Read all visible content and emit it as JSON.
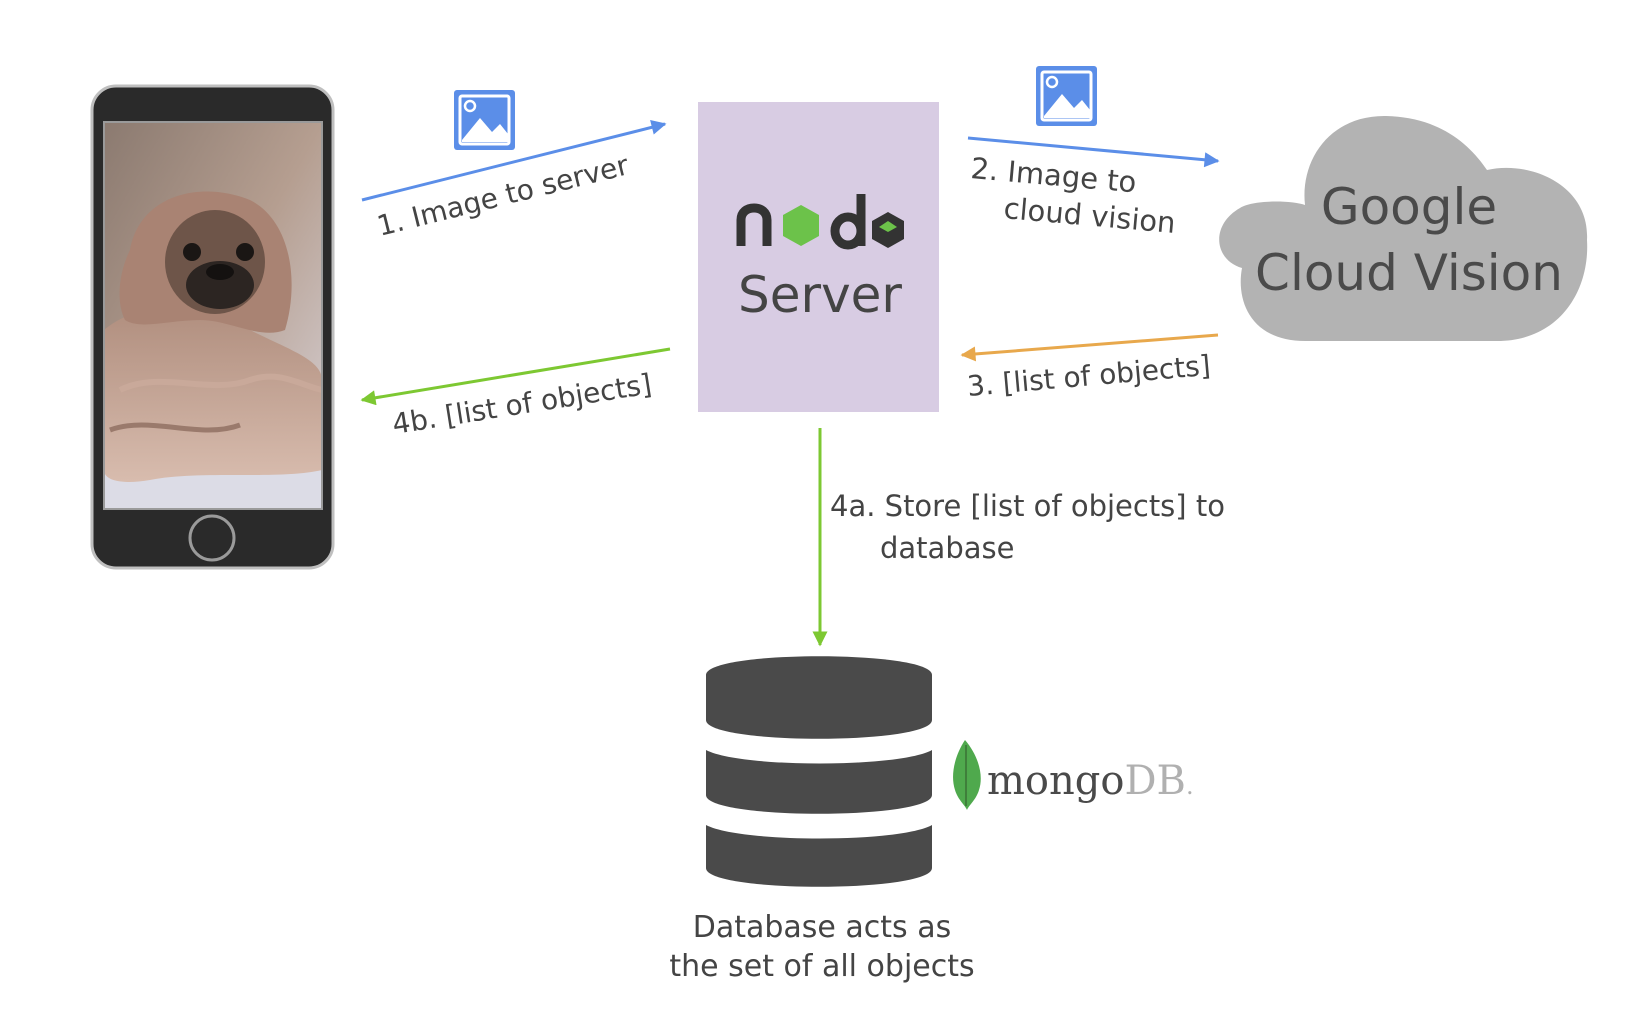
{
  "labels": {
    "step1": "1. Image to server",
    "step2_line1": "2. Image to",
    "step2_line2": "cloud vision",
    "step3": "3. [list of objects]",
    "step4b": "4b. [list of objects]",
    "step4a_line1": "4a. Store [list of objects] to",
    "step4a_line2": "database",
    "db_caption_line1": "Database acts as",
    "db_caption_line2": "the set of all objects"
  },
  "server": {
    "logo_text": "node",
    "label": "Server"
  },
  "cloud": {
    "line1": "Google",
    "line2": "Cloud Vision"
  },
  "mongo": {
    "part1": "mongo",
    "part2": "DB",
    "mark": "."
  },
  "icons": {
    "phone": "smartphone-icon",
    "image": "image-icon",
    "database": "database-icon",
    "leaf": "mongodb-leaf-icon"
  },
  "colors": {
    "blue_arrow": "#5b8ee8",
    "green_arrow": "#7dc832",
    "orange_arrow": "#e8a84c",
    "server_box": "#d8cce3",
    "cloud": "#b3b3b3",
    "text": "#444444",
    "node_green": "#6cc24a",
    "mongo_green": "#4fa94d"
  }
}
